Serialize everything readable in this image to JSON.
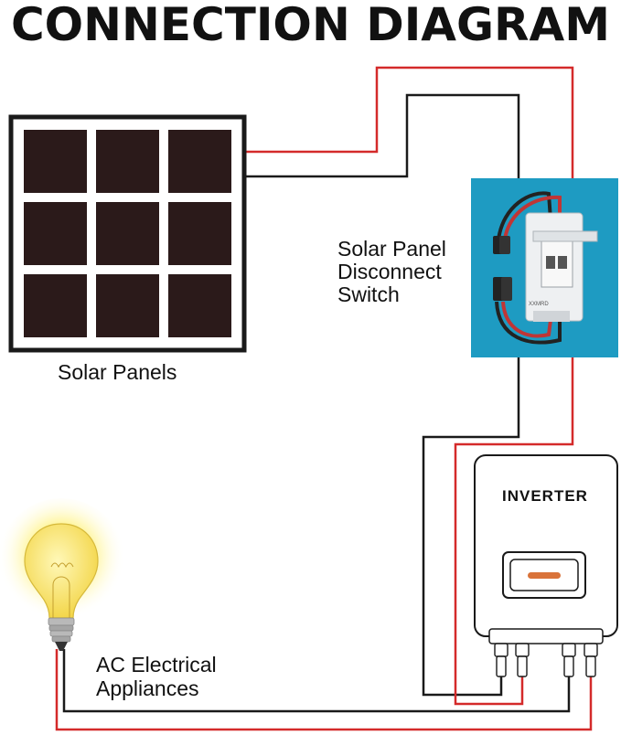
{
  "title": "CONNECTION DIAGRAM",
  "labels": {
    "solar_panels": "Solar Panels",
    "disconnect_switch_line1": "Solar Panel",
    "disconnect_switch_line2": "Disconnect",
    "disconnect_switch_line3": "Switch",
    "inverter": "INVERTER",
    "appliances_line1": "AC Electrical",
    "appliances_line2": "Appliances",
    "switch_brand": "XXMRD"
  },
  "colors": {
    "positive_wire": "#d42a2a",
    "negative_wire": "#1a1a1a",
    "panel_cell": "#2b1a1a",
    "switch_background": "#1e9bc2",
    "inverter_indicator": "#d9733a",
    "bulb_glow": "#fff27a"
  },
  "icons": [
    "solar-panel-icon",
    "disconnect-switch-icon",
    "inverter-icon",
    "light-bulb-icon",
    "mc4-connector-icon"
  ]
}
